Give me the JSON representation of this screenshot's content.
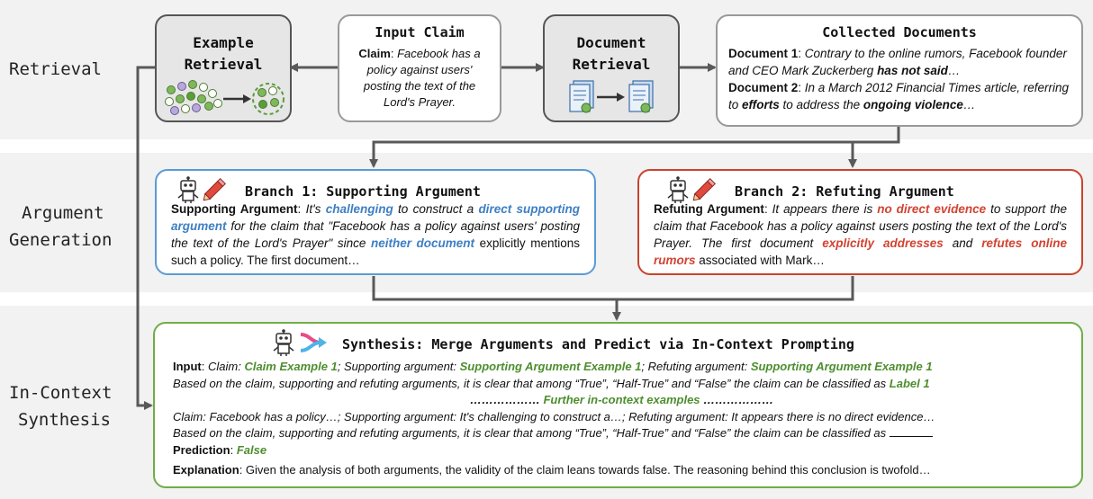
{
  "rows": {
    "retrieval": "Retrieval",
    "argument_generation": [
      "Argument",
      "Generation"
    ],
    "in_context_synthesis": [
      "In-Context",
      "Synthesis"
    ]
  },
  "example_retrieval": {
    "title": [
      "Example",
      "Retrieval"
    ]
  },
  "input_claim": {
    "title": "Input Claim",
    "label": "Claim",
    "text": "Facebook has a policy against users' posting the text of the Lord's Prayer."
  },
  "document_retrieval": {
    "title": [
      "Document",
      "Retrieval"
    ]
  },
  "collected_documents": {
    "title": "Collected Documents",
    "doc1_label": "Document 1",
    "doc1_text_a": "Contrary to the online rumors, Facebook founder and CEO Mark Zuckerberg ",
    "doc1_bold": "has not said",
    "doc1_end": "…",
    "doc2_label": "Document 2",
    "doc2_text_a": "In a March 2012 Financial Times article, referring to ",
    "doc2_bold1": "efforts",
    "doc2_text_b": " to address the ",
    "doc2_bold2": "ongoing violence",
    "doc2_end": "…"
  },
  "branch1": {
    "title": "Branch 1: Supporting Argument",
    "label": "Supporting Argument",
    "t1": "It's ",
    "h1": "challenging",
    "t2": " to construct a ",
    "h2": "direct supporting argument",
    "t3": " for the claim that \"Facebook has a policy against users' posting the text of the Lord's Prayer\" since ",
    "h3": "neither document",
    "t4": " explicitly mentions such a policy. The first document…"
  },
  "branch2": {
    "title": "Branch 2: Refuting Argument",
    "label": "Refuting Argument",
    "t1": "It appears there is ",
    "h1": "no direct evidence",
    "t2": " to support the claim that Facebook has a policy against users posting the text of the Lord's Prayer. The first document ",
    "h2": "explicitly addresses",
    "t3": " and ",
    "h3": "refutes online rumors",
    "t4": " associated with Mark…"
  },
  "synthesis": {
    "title": "Synthesis: Merge Arguments and Predict via In-Context Prompting",
    "input_label": "Input",
    "l1a": "Claim: ",
    "l1b": "Claim Example 1",
    "l1c": "; Supporting argument: ",
    "l1d": "Supporting Argument Example 1",
    "l1e": "; Refuting argument: ",
    "l1f": "Supporting Argument Example 1",
    "l2a": "Based on the claim, supporting and refuting arguments, it is clear that among “True”, “Half-True” and “False”  the claim can be classified as ",
    "l2b": "Label 1",
    "l3a": "……………… ",
    "l3b": "Further in-context examples",
    "l3c": " ………………",
    "l4": "Claim: Facebook has a policy…; Supporting argument: It's challenging to construct a…; Refuting argument: It appears there is no direct evidence…",
    "l5": "Based on the claim, supporting and refuting arguments, it is clear that among “True”, “Half-True” and “False” the claim can be classified as ",
    "prediction_label": "Prediction",
    "prediction_value": "False",
    "explanation_label": "Explanation",
    "explanation_text": "Given the analysis of both arguments, the validity of the claim leans towards false. The reasoning behind this conclusion is twofold…"
  },
  "colors": {
    "blue": "#3d7fc4",
    "red": "#d24332",
    "green": "#4d8e2e",
    "arrow": "#595959"
  },
  "icons": [
    "dots-cluster-icon",
    "documents-icon",
    "robot-icon",
    "pencil-icon",
    "merge-icon"
  ]
}
